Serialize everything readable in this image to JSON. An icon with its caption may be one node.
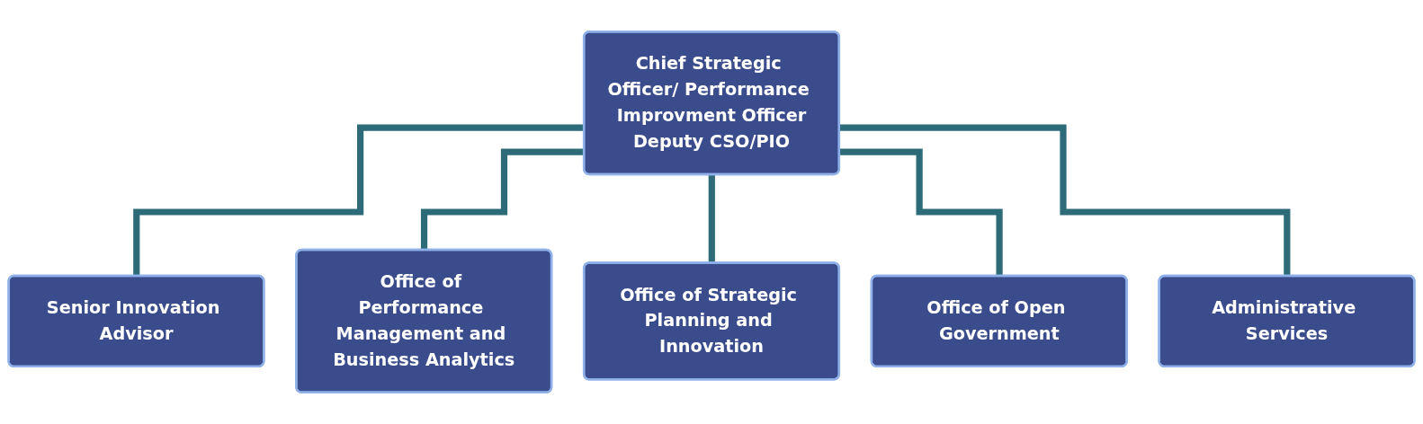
{
  "diagram": {
    "nodes": [
      {
        "text": [
          "Chief Strategic Officer/ Performance Improvment Officer",
          "Deputy CSO/PIO"
        ]
      },
      {
        "text": [
          "Senior Innovation Advisor"
        ]
      },
      {
        "text": [
          "Office of Performance Management and Business Analytics"
        ]
      },
      {
        "text": [
          "Office of Strategic Planning and Innovation"
        ]
      },
      {
        "text": [
          "Office of Open Government"
        ]
      },
      {
        "text": [
          "Administrative Services"
        ]
      }
    ],
    "edges": [
      {
        "from": 0,
        "to": 1,
        "arrow": "none"
      },
      {
        "from": 0,
        "to": 2,
        "arrow": "none"
      },
      {
        "from": 0,
        "to": 3,
        "arrow": "none"
      },
      {
        "from": 0,
        "to": 4,
        "arrow": "none"
      },
      {
        "from": 0,
        "to": 5,
        "arrow": "none"
      }
    ]
  }
}
